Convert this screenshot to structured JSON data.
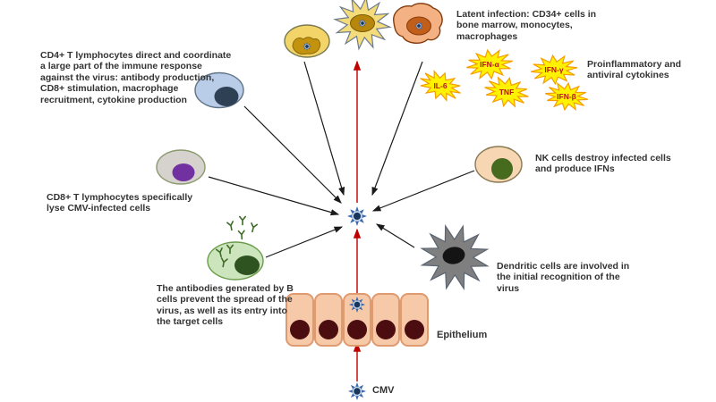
{
  "diagram": {
    "notes": {
      "cd4": "CD4+ T lymphocytes direct and coordinate\na large part of the immune response\nagainst the virus: antibody production,\nCD8+ stimulation, macrophage\nrecruitment, cytokine production",
      "latent_infection": "Latent infection: CD34+ cells in\nbone marrow, monocytes,\nmacrophages",
      "cytokines": "Proinflammatory and\nantiviral cytokines",
      "nk_cells": "NK cells destroy infected cells\nand produce IFNs",
      "cd8": "CD8+ T lymphocytes specifically\nlyse CMV-infected cells",
      "b_cells": "The antibodies generated by B\ncells prevent the spread of the\nvirus, as well as its entry into\nthe target cells",
      "dendritic_cells": "Dendritic cells are involved in\nthe initial recognition of the\nvirus"
    },
    "labels": {
      "epithelium": "Epithelium",
      "cmv": "CMV"
    },
    "cytokine_bursts": [
      "IL-6",
      "IFN-α",
      "TNF",
      "IFN-γ",
      "IFN-β"
    ],
    "colors": {
      "virus_blue": "#3a67ae",
      "virus_core": "#16365c",
      "cytokine_fill": "#fff200",
      "cytokine_border": "#f59d00",
      "cytokine_text": "#b31312",
      "arrow_red": "#c00000",
      "arrow_black": "#1a1a1a",
      "epithelium_fill": "#f6c9a8",
      "epithelium_nucleus": "#4c0d11"
    }
  }
}
